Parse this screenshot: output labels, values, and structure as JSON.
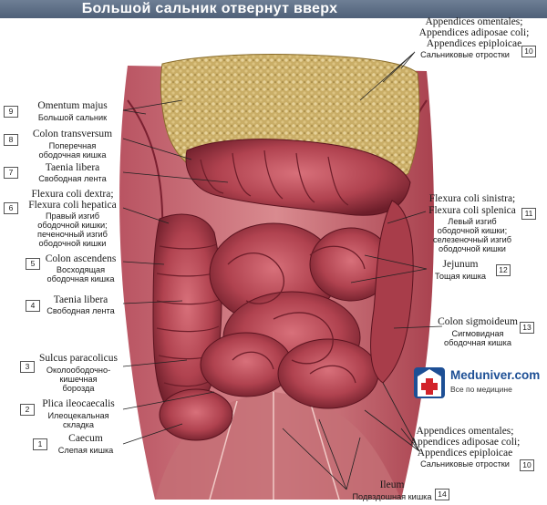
{
  "title": "Большой сальник отвернут вверх",
  "labels": {
    "l10_top": {
      "num": "10",
      "lat1": "Appendices omentales;",
      "lat2": "Appendices adiposae coli;",
      "lat3": "Appendices epiploicae",
      "rus": "Сальниковые отростки"
    },
    "l9": {
      "num": "9",
      "lat": "Omentum majus",
      "rus": "Большой сальник"
    },
    "l8": {
      "num": "8",
      "lat": "Colon transversum",
      "rus1": "Поперечная",
      "rus2": "ободочная кишка"
    },
    "l7": {
      "num": "7",
      "lat": "Taenia libera",
      "rus": "Свободная лента"
    },
    "l6": {
      "num": "6",
      "lat1": "Flexura coli dextra;",
      "lat2": "Flexura coli hepatica",
      "rus1": "Правый изгиб",
      "rus2": "ободочной кишки;",
      "rus3": "печеночный изгиб",
      "rus4": "ободочной кишки"
    },
    "l5": {
      "num": "5",
      "lat": "Colon ascendens",
      "rus1": "Восходящая",
      "rus2": "ободочная кишка"
    },
    "l4": {
      "num": "4",
      "lat": "Taenia libera",
      "rus": "Свободная лента"
    },
    "l3": {
      "num": "3",
      "lat": "Sulcus paracolicus",
      "rus1": "Околоободочно-",
      "rus2": "кишечная",
      "rus3": "борозда"
    },
    "l2": {
      "num": "2",
      "lat": "Plica ileocaecalis",
      "rus1": "Илеоцекальная",
      "rus2": "складка"
    },
    "l1": {
      "num": "1",
      "lat": "Caecum",
      "rus": "Слепая кишка"
    },
    "l11": {
      "num": "11",
      "lat1": "Flexura coli sinistra;",
      "lat2": "Flexura coli splenica",
      "rus1": "Левый изгиб",
      "rus2": "ободочной кишки;",
      "rus3": "селезеночный изгиб",
      "rus4": "ободочной кишки"
    },
    "l12": {
      "num": "12",
      "lat": "Jejunum",
      "rus": "Тощая кишка"
    },
    "l13": {
      "num": "13",
      "lat": "Colon sigmoideum",
      "rus1": "Сигмовидная",
      "rus2": "ободочная кишка"
    },
    "l10_bottom": {
      "num": "10",
      "lat1": "Appendices omentales;",
      "lat2": "Appendices adiposae coli;",
      "lat3": "Appendices epiploicae",
      "rus": "Сальниковые отростки"
    },
    "l14": {
      "num": "14",
      "lat": "Ileum",
      "rus": "Подвздошная кишка"
    }
  },
  "watermark": {
    "name": "Meduniver.com",
    "tagline": "Все по медицине"
  }
}
